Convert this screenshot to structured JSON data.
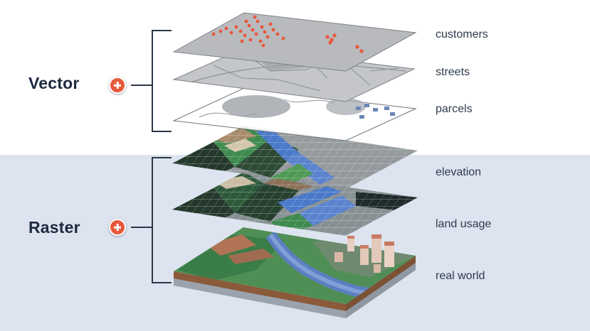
{
  "groups": {
    "vector": {
      "title": "Vector",
      "icon": "plus-circle-icon"
    },
    "raster": {
      "title": "Raster",
      "icon": "plus-circle-icon"
    }
  },
  "layers": {
    "customers": "customers",
    "streets": "streets",
    "parcels": "parcels",
    "elevation": "elevation",
    "land_usage": "land usage",
    "real_world": "real world"
  },
  "colors": {
    "accent": "#e8583c",
    "raster_band": "#dde4ef",
    "bracket": "#2b3646",
    "customer_dots": "#e8583c",
    "water": "#4a79c9",
    "vegetation": "#3f8a4f",
    "dark_terrain": "#24392c"
  }
}
